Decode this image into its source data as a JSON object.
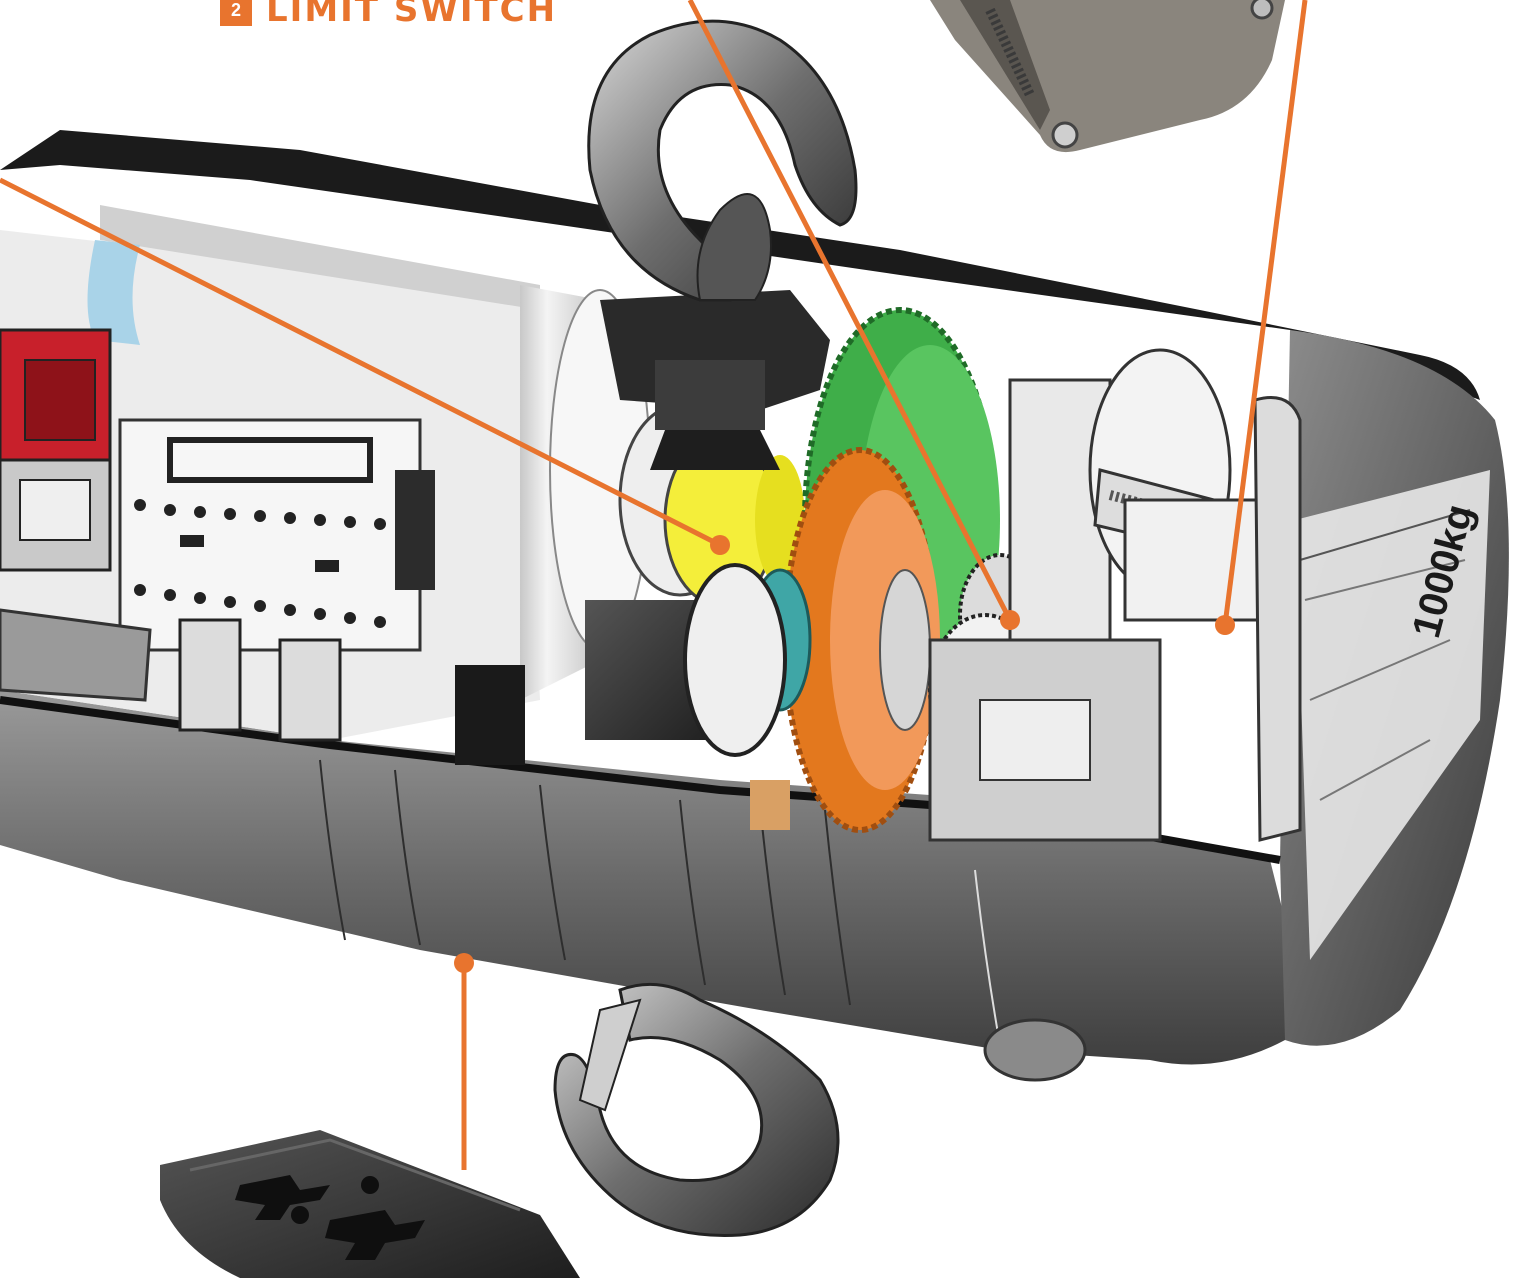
{
  "callout": {
    "number": "2",
    "label": "LIMIT SWITCH"
  },
  "colors": {
    "accent": "#e8742e",
    "housing": "#6f6f6f",
    "housing_dark": "#1b1b1b",
    "gear_green": "#3fae49",
    "gear_orange": "#e3781e",
    "yellow_part": "#f4ee3a",
    "red_connector": "#c8202b"
  },
  "housing_label": "1000kg"
}
